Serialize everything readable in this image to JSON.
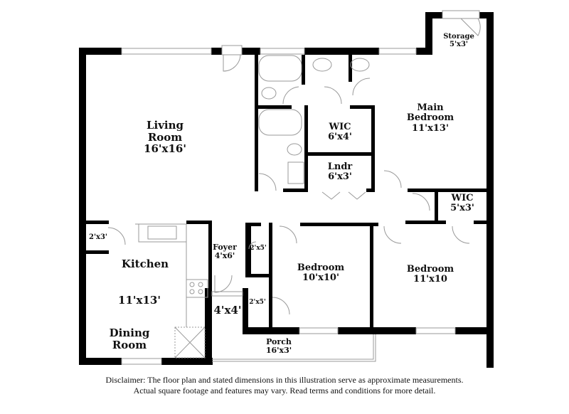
{
  "floor_plan": {
    "colors": {
      "wall": "#000000",
      "fixture": "#999999",
      "background": "#ffffff",
      "text": "#111111"
    },
    "rooms": [
      {
        "id": "living-room",
        "lines": [
          "Living",
          "Room",
          "16'x16'"
        ]
      },
      {
        "id": "kitchen",
        "lines": [
          "Kitchen"
        ]
      },
      {
        "id": "kitchen-dims",
        "lines": [
          "11'x13'"
        ]
      },
      {
        "id": "dining-room",
        "lines": [
          "Dining",
          "Room"
        ]
      },
      {
        "id": "pantry",
        "lines": [
          "2'x3'"
        ]
      },
      {
        "id": "foyer",
        "lines": [
          "Foyer",
          "4'x6'"
        ]
      },
      {
        "id": "entry",
        "lines": [
          "4'x4'"
        ]
      },
      {
        "id": "closet-upper",
        "lines": [
          "2'x5'"
        ]
      },
      {
        "id": "closet-lower",
        "lines": [
          "2'x5'"
        ]
      },
      {
        "id": "bedroom-2",
        "lines": [
          "Bedroom",
          "10'x10'"
        ]
      },
      {
        "id": "bedroom-3",
        "lines": [
          "Bedroom",
          "11'x10"
        ]
      },
      {
        "id": "porch",
        "lines": [
          "Porch",
          "16'x3'"
        ]
      },
      {
        "id": "main-bedroom",
        "lines": [
          "Main",
          "Bedroom",
          "11'x13'"
        ]
      },
      {
        "id": "wic-main",
        "lines": [
          "WIC",
          "6'x4'"
        ]
      },
      {
        "id": "laundry",
        "lines": [
          "Lndr",
          "6'x3'"
        ]
      },
      {
        "id": "wic-small",
        "lines": [
          "WIC",
          "5'x3'"
        ]
      },
      {
        "id": "storage",
        "lines": [
          "Storage",
          "5'x3'"
        ]
      }
    ]
  },
  "disclaimer": {
    "line1": "Disclaimer: The floor plan and stated dimensions in this illustration serve as approximate measurements.",
    "line2": "Actual square footage and features may vary. Read terms and conditions for more detail."
  }
}
